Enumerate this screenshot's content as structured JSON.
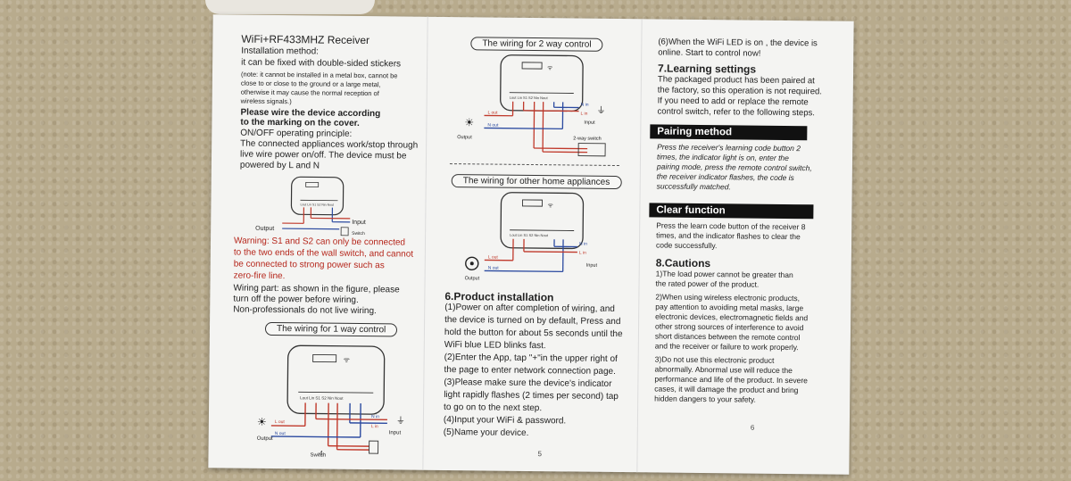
{
  "page1": {
    "title": "WiFi+RF433MHZ Receiver",
    "install_heading": "Installation method:",
    "install_line1": "it can be fixed with double-sided stickers",
    "note1": "(note: it cannot be installed in a metal box, cannot be",
    "note2": "close to or close to the ground or a large metal,",
    "note3": "otherwise it may cause the normal reception of",
    "note4": "wireless signals.)",
    "wire_bold1": "Please wire the device according",
    "wire_bold2": "to the marking on the cover.",
    "onoff1": "ON/OFF operating principle:",
    "onoff2": "The connected appliances work/stop through",
    "onoff3": "live  wire power on/off. The device must be",
    "onoff4": "powered by  L and N",
    "warn1": "Warning: S1 and S2 can only be connected",
    "warn2": "to the two ends of the wall switch, and cannot",
    "warn3": "be connected to strong power such as",
    "warn4": "zero-fire line.",
    "part1": "Wiring part: as shown in the figure, please",
    "part2": "turn off the power before wiring.",
    "part3": "Non-professionals do not live wiring.",
    "wiring1_title": "The wiring for 1 way control",
    "page_number": "4"
  },
  "page2": {
    "wiring2_title": "The wiring for 2 way control",
    "other_title": "The wiring for other home appliances",
    "install_heading": "6.Product installation",
    "lines": [
      "(1)Power on after completion of wiring, and",
      "the device is turned on by default, Press and",
      "hold the button for about 5s seconds until the",
      "WiFi  blue LED blinks fast.",
      "(2)Enter the App, tap \"+\"in the upper right of",
      "the page to enter network connection page.",
      "(3)Please make sure the device's indicator",
      "light rapidly flashes (2 times per second) tap",
      "to go on to the next step.",
      "(4)Input your WiFi & password.",
      "(5)Name your device."
    ],
    "page_number": "5"
  },
  "page3": {
    "online1": "(6)When the WiFi LED is on , the device is",
    "online2": "online. Start to  control now!",
    "learning_heading": "7.Learning settings",
    "learning_lines": [
      "The packaged product has been paired at",
      "the factory, so this operation is not required.",
      "If you need to add or replace the remote",
      "control switch, refer to the following steps."
    ],
    "pairing_heading": "Pairing method",
    "pairing_lines": [
      "Press the receiver's learning code button 2",
      "times, the indicator light is on, enter the",
      "pairing mode, press the remote control switch,",
      "the receiver indicator flashes, the code is",
      "successfully matched."
    ],
    "clear_heading": "Clear function",
    "clear_lines": [
      "Press the learn code button of the receiver 8",
      "times, and the indicator flashes to clear the",
      "code successfully."
    ],
    "cautions_heading": "8.Cautions",
    "caution_lines": [
      "1)The load power cannot be greater than",
      "the rated power of the product.",
      "2)When using wireless electronic products,",
      "pay attention to avoiding metal masks, large",
      "electronic devices, electromagnetic fields and",
      "other strong sources of interference to avoid",
      "short distances between the remote control",
      "and the receiver or failure to work properly.",
      "3)Do not use this electronic product",
      "abnormally. Abnormal use will reduce the",
      "performance and life of the product. In severe",
      "cases, it will damage the product and bring",
      "hidden dangers to your safety."
    ],
    "page_number": "6"
  },
  "diagram": {
    "terminals": "Lout Lin S1  S2  Nin Nout",
    "l_out": "L out",
    "n_out": "N out",
    "n_in": "N in",
    "l_in": "L in",
    "input": "Input",
    "output": "Output",
    "switch": "Switch",
    "switch_2way": "2-way switch"
  },
  "colors": {
    "paper": "#f4f4f2",
    "warning_red": "#b5261b",
    "wire_red": "#c0392b",
    "wire_blue": "#2b4aa0",
    "heading_bar": "#111111"
  }
}
